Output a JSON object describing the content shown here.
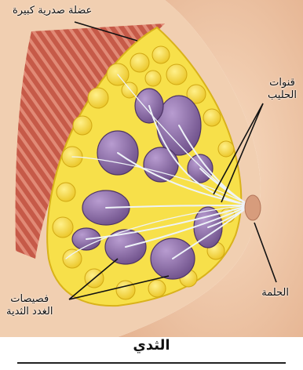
{
  "labels": {
    "pectoral_muscle": "عضلة صدرية كبيرة",
    "milk_ducts_line1": "قنوات",
    "milk_ducts_line2": "الحليب",
    "lobules_line1": "فصيصات",
    "lobules_line2": "الغدد الثدية",
    "nipple": "الحلمة"
  },
  "caption": "الثدي",
  "colors": {
    "skin": "#f4d3b6",
    "muscle": "#c9614f",
    "fat": "#f5d636",
    "lobule": "#8c6ba3",
    "duct": "#e8eef5"
  }
}
